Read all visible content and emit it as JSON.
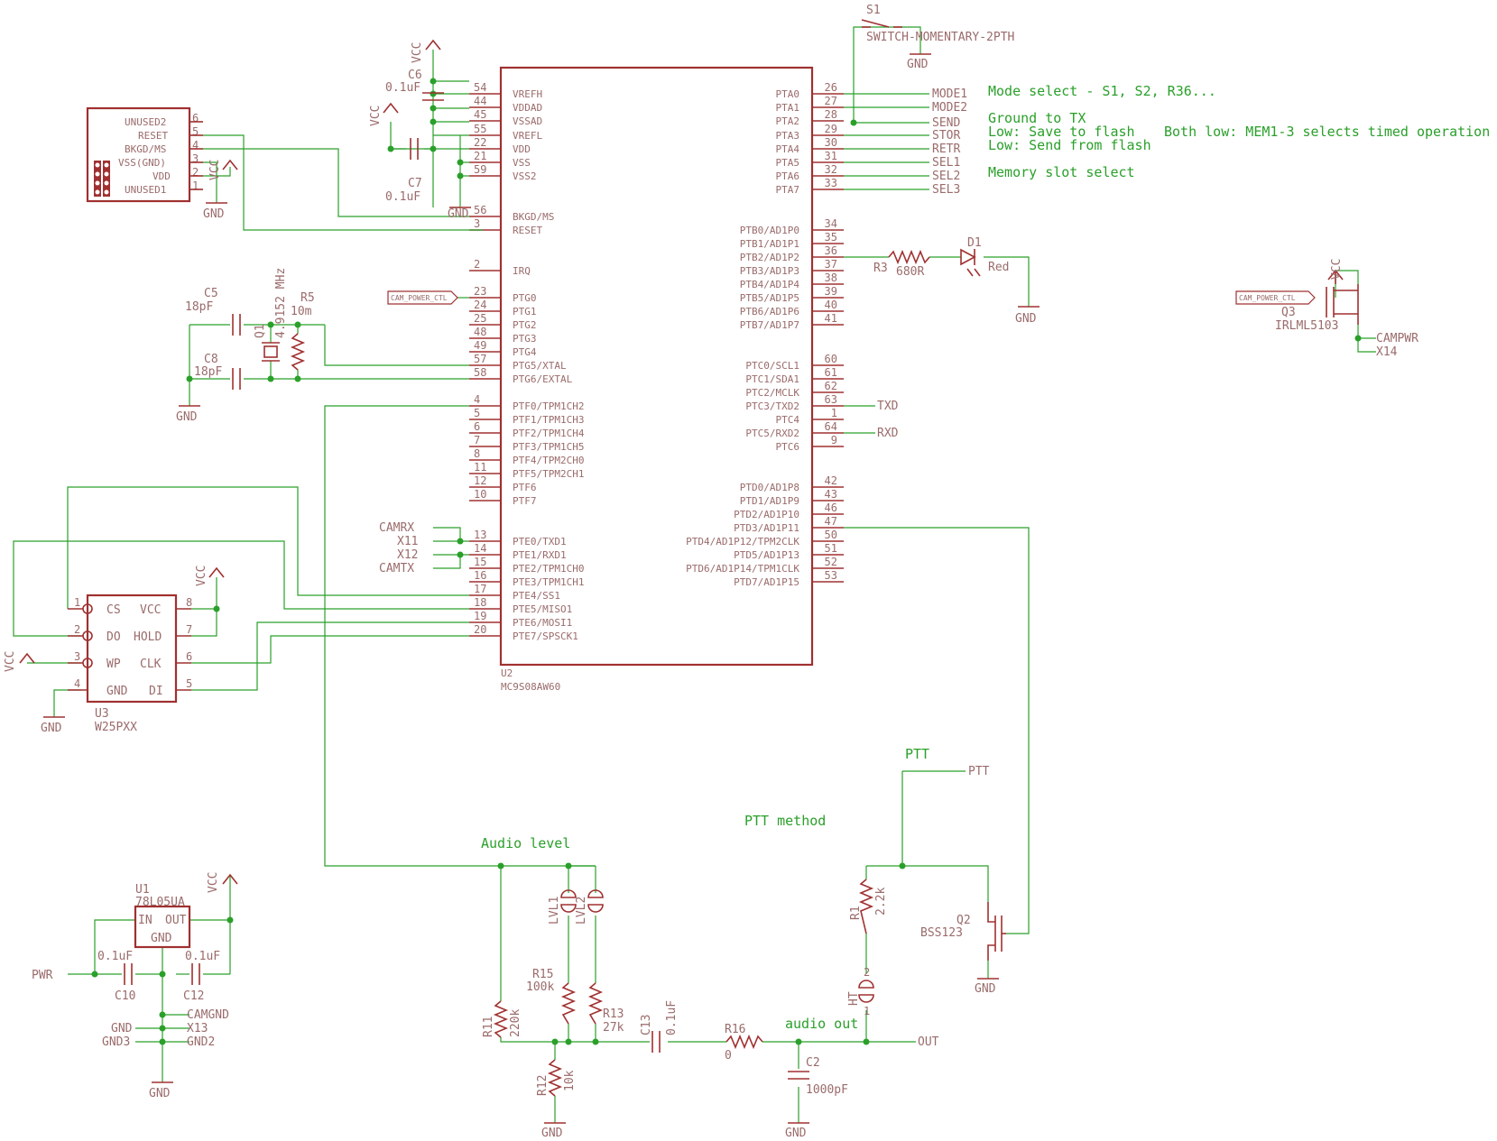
{
  "ic_u2": {
    "ref": "U2",
    "part": "MC9S08AW60",
    "left_pins": [
      {
        "num": "54",
        "name": "VREFH"
      },
      {
        "num": "44",
        "name": "VDDAD"
      },
      {
        "num": "45",
        "name": "VSSAD"
      },
      {
        "num": "55",
        "name": "VREFL"
      },
      {
        "num": "22",
        "name": "VDD"
      },
      {
        "num": "21",
        "name": "VSS"
      },
      {
        "num": "59",
        "name": "VSS2"
      },
      {
        "num": "56",
        "name": "BKGD/MS"
      },
      {
        "num": "3",
        "name": "RESET"
      },
      {
        "num": "2",
        "name": "IRQ"
      },
      {
        "num": "23",
        "name": "PTG0"
      },
      {
        "num": "24",
        "name": "PTG1"
      },
      {
        "num": "25",
        "name": "PTG2"
      },
      {
        "num": "48",
        "name": "PTG3"
      },
      {
        "num": "49",
        "name": "PTG4"
      },
      {
        "num": "57",
        "name": "PTG5/XTAL"
      },
      {
        "num": "58",
        "name": "PTG6/EXTAL"
      },
      {
        "num": "4",
        "name": "PTF0/TPM1CH2"
      },
      {
        "num": "5",
        "name": "PTF1/TPM1CH3"
      },
      {
        "num": "6",
        "name": "PTF2/TPM1CH4"
      },
      {
        "num": "7",
        "name": "PTF3/TPM1CH5"
      },
      {
        "num": "8",
        "name": "PTF4/TPM2CH0"
      },
      {
        "num": "11",
        "name": "PTF5/TPM2CH1"
      },
      {
        "num": "12",
        "name": "PTF6"
      },
      {
        "num": "10",
        "name": "PTF7"
      },
      {
        "num": "13",
        "name": "PTE0/TXD1"
      },
      {
        "num": "14",
        "name": "PTE1/RXD1"
      },
      {
        "num": "15",
        "name": "PTE2/TPM1CH0"
      },
      {
        "num": "16",
        "name": "PTE3/TPM1CH1"
      },
      {
        "num": "17",
        "name": "PTE4/SS1"
      },
      {
        "num": "18",
        "name": "PTE5/MISO1"
      },
      {
        "num": "19",
        "name": "PTE6/MOSI1"
      },
      {
        "num": "20",
        "name": "PTE7/SPSCK1"
      }
    ],
    "right_pins": [
      {
        "num": "26",
        "name": "PTA0"
      },
      {
        "num": "27",
        "name": "PTA1"
      },
      {
        "num": "28",
        "name": "PTA2"
      },
      {
        "num": "29",
        "name": "PTA3"
      },
      {
        "num": "30",
        "name": "PTA4"
      },
      {
        "num": "31",
        "name": "PTA5"
      },
      {
        "num": "32",
        "name": "PTA6"
      },
      {
        "num": "33",
        "name": "PTA7"
      },
      {
        "num": "34",
        "name": "PTB0/AD1P0"
      },
      {
        "num": "35",
        "name": "PTB1/AD1P1"
      },
      {
        "num": "36",
        "name": "PTB2/AD1P2"
      },
      {
        "num": "37",
        "name": "PTB3/AD1P3"
      },
      {
        "num": "38",
        "name": "PTB4/AD1P4"
      },
      {
        "num": "39",
        "name": "PTB5/AD1P5"
      },
      {
        "num": "40",
        "name": "PTB6/AD1P6"
      },
      {
        "num": "41",
        "name": "PTB7/AD1P7"
      },
      {
        "num": "60",
        "name": "PTC0/SCL1"
      },
      {
        "num": "61",
        "name": "PTC1/SDA1"
      },
      {
        "num": "62",
        "name": "PTC2/MCLK"
      },
      {
        "num": "63",
        "name": "PTC3/TXD2"
      },
      {
        "num": "1",
        "name": "PTC4"
      },
      {
        "num": "64",
        "name": "PTC5/RXD2"
      },
      {
        "num": "9",
        "name": "PTC6"
      },
      {
        "num": "42",
        "name": "PTD0/AD1P8"
      },
      {
        "num": "43",
        "name": "PTD1/AD1P9"
      },
      {
        "num": "46",
        "name": "PTD2/AD1P10"
      },
      {
        "num": "47",
        "name": "PTD3/AD1P11"
      },
      {
        "num": "50",
        "name": "PTD4/AD1P12/TPM2CLK"
      },
      {
        "num": "51",
        "name": "PTD5/AD1P13"
      },
      {
        "num": "52",
        "name": "PTD6/AD1P14/TPM1CLK"
      },
      {
        "num": "53",
        "name": "PTD7/AD1P15"
      }
    ]
  },
  "labels": {
    "vcc": "VCC",
    "gnd": "GND",
    "gnd3": "GND3",
    "gnd2": "GND2",
    "s1": "S1",
    "s1_part": "SWITCH-MOMENTARY-2PTH",
    "c6": "C6",
    "c6_val": "0.1uF",
    "c7": "C7",
    "c7_val": "0.1uF",
    "mode1": "MODE1",
    "mode2": "MODE2",
    "send": "SEND",
    "stor": "STOR",
    "retr": "RETR",
    "sel1": "SEL1",
    "sel2": "SEL2",
    "sel3": "SEL3",
    "txd": "TXD",
    "rxd": "RXD",
    "r3": "R3",
    "r3_val": "680R",
    "d1": "D1",
    "d1_val": "Red",
    "q3": "Q3",
    "q3_part": "IRLML5103",
    "campwr": "CAMPWR",
    "x14": "X14",
    "cam_power_ctl": "CAM_POWER_CTL",
    "c5": "C5",
    "c5_val": "18pF",
    "c8": "C8",
    "c8_val": "18pF",
    "q1": "Q1",
    "q1_val": "4.9152 MHz",
    "r5": "R5",
    "r5_val": "10m",
    "camrx": "CAMRX",
    "x11": "X11",
    "x12": "X12",
    "camtx": "CAMTX",
    "u3": "U3",
    "u3_part": "W25PXX",
    "u3_cs": "CS",
    "u3_do": "DO",
    "u3_wp": "WP",
    "u3_gnd": "GND",
    "u3_vcc": "VCC",
    "u3_hold": "HOLD",
    "u3_clk": "CLK",
    "u3_di": "DI",
    "hdr_unused2": "UNUSED2",
    "hdr_reset": "RESET",
    "hdr_bkgd": "BKGD/MS",
    "hdr_vss": "VSS(GND)",
    "hdr_vdd": "VDD",
    "hdr_unused1": "UNUSED1",
    "u1": "U1",
    "u1_part": "78L05UA",
    "u1_in": "IN",
    "u1_out": "OUT",
    "u1_gnd": "GND",
    "pwr": "PWR",
    "c10": "C10",
    "c10_val": "0.1uF",
    "c12": "C12",
    "c12_val": "0.1uF",
    "camgnd": "CAMGND",
    "x13": "X13",
    "lvl1": "LVL1",
    "lvl2": "LVL2",
    "r15": "R15",
    "r15_val": "100k",
    "r13": "R13",
    "r13_val": "27k",
    "r11": "R11",
    "r11_val": "220k",
    "r12": "R12",
    "r12_val": "10k",
    "c13": "C13",
    "c13_val": "0.1uF",
    "r16": "R16",
    "r16_val": "0",
    "c2": "C2",
    "c2_val": "1000pF",
    "out": "OUT",
    "ptt_net": "PTT",
    "r1": "R1",
    "r1_val": "2.2k",
    "q2": "Q2",
    "q2_part": "BSS123",
    "ht": "HT",
    "p1": "1",
    "p2": "2",
    "h1": "1",
    "h2": "2",
    "h3": "3",
    "h4": "4",
    "h5": "5",
    "h6": "6",
    "h7": "7",
    "h8": "8"
  },
  "notes": {
    "mode_select": "Mode select - S1, S2, R36...",
    "ground_tx": "Ground to TX",
    "low_save": "Low: Save to flash",
    "both_low": "Both  low: MEM1-3 selects timed operation",
    "low_send": "Low: Send from flash",
    "memory_slot": "Memory slot select",
    "ptt_title": "PTT",
    "ptt_method": "PTT method",
    "audio_level": "Audio level",
    "audio_out": "audio out"
  }
}
